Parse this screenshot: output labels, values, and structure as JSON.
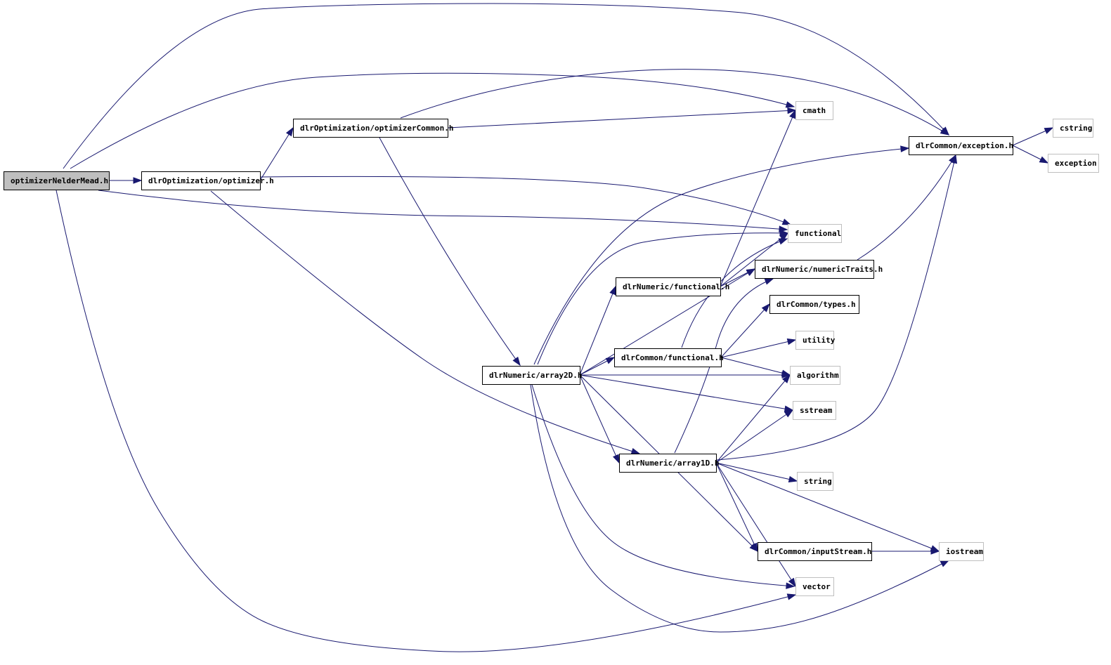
{
  "graph": {
    "title": "optimizerNelderMead.h include dependency graph",
    "colors": {
      "edge": "#191970",
      "root_fill": "#bfbfbf",
      "local_border": "#000000",
      "system_border": "#bfbfbf"
    },
    "nodes": [
      {
        "id": "root",
        "label": "optimizerNelderMead.h",
        "kind": "root"
      },
      {
        "id": "opt",
        "label": "dlrOptimization/optimizer.h",
        "kind": "local"
      },
      {
        "id": "optc",
        "label": "dlrOptimization/optimizerCommon.h",
        "kind": "local"
      },
      {
        "id": "cmath",
        "label": "cmath",
        "kind": "system"
      },
      {
        "id": "exc",
        "label": "dlrCommon/exception.h",
        "kind": "local"
      },
      {
        "id": "cstring",
        "label": "cstring",
        "kind": "system"
      },
      {
        "id": "exception",
        "label": "exception",
        "kind": "system"
      },
      {
        "id": "functional",
        "label": "functional",
        "kind": "system"
      },
      {
        "id": "numtraits",
        "label": "dlrNumeric/numericTraits.h",
        "kind": "local"
      },
      {
        "id": "numfunc",
        "label": "dlrNumeric/functional.h",
        "kind": "local"
      },
      {
        "id": "types",
        "label": "dlrCommon/types.h",
        "kind": "local"
      },
      {
        "id": "utility",
        "label": "utility",
        "kind": "system"
      },
      {
        "id": "comfunc",
        "label": "dlrCommon/functional.h",
        "kind": "local"
      },
      {
        "id": "algorithm",
        "label": "algorithm",
        "kind": "system"
      },
      {
        "id": "array2d",
        "label": "dlrNumeric/array2D.h",
        "kind": "local"
      },
      {
        "id": "sstream",
        "label": "sstream",
        "kind": "system"
      },
      {
        "id": "array1d",
        "label": "dlrNumeric/array1D.h",
        "kind": "local"
      },
      {
        "id": "string",
        "label": "string",
        "kind": "system"
      },
      {
        "id": "inputstream",
        "label": "dlrCommon/inputStream.h",
        "kind": "local"
      },
      {
        "id": "iostream",
        "label": "iostream",
        "kind": "system"
      },
      {
        "id": "vector",
        "label": "vector",
        "kind": "system"
      }
    ],
    "edges": [
      [
        "root",
        "opt"
      ],
      [
        "root",
        "cmath"
      ],
      [
        "root",
        "exc"
      ],
      [
        "root",
        "functional"
      ],
      [
        "root",
        "vector"
      ],
      [
        "opt",
        "optc"
      ],
      [
        "opt",
        "functional"
      ],
      [
        "opt",
        "array1d"
      ],
      [
        "optc",
        "cmath"
      ],
      [
        "optc",
        "exc"
      ],
      [
        "optc",
        "array2d"
      ],
      [
        "exc",
        "cstring"
      ],
      [
        "exc",
        "exception"
      ],
      [
        "numtraits",
        "exc"
      ],
      [
        "numfunc",
        "cmath"
      ],
      [
        "numfunc",
        "functional"
      ],
      [
        "numfunc",
        "numtraits"
      ],
      [
        "comfunc",
        "functional"
      ],
      [
        "comfunc",
        "types"
      ],
      [
        "comfunc",
        "utility"
      ],
      [
        "comfunc",
        "algorithm"
      ],
      [
        "array2d",
        "exc"
      ],
      [
        "array2d",
        "functional"
      ],
      [
        "array2d",
        "numfunc"
      ],
      [
        "array2d",
        "numtraits"
      ],
      [
        "array2d",
        "comfunc"
      ],
      [
        "array2d",
        "algorithm"
      ],
      [
        "array2d",
        "sstream"
      ],
      [
        "array2d",
        "array1d"
      ],
      [
        "array2d",
        "inputstream"
      ],
      [
        "array2d",
        "vector"
      ],
      [
        "array2d",
        "iostream"
      ],
      [
        "array1d",
        "exc"
      ],
      [
        "array1d",
        "numtraits"
      ],
      [
        "array1d",
        "algorithm"
      ],
      [
        "array1d",
        "sstream"
      ],
      [
        "array1d",
        "string"
      ],
      [
        "array1d",
        "inputstream"
      ],
      [
        "array1d",
        "vector"
      ],
      [
        "array1d",
        "iostream"
      ],
      [
        "inputstream",
        "iostream"
      ]
    ]
  }
}
